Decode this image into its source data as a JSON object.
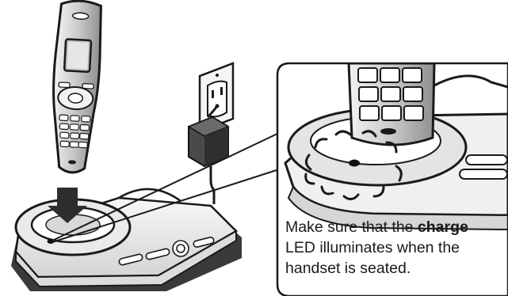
{
  "callout": {
    "line1_prefix": "Make sure that the ",
    "line1_bold": "charge",
    "line2": "LED illuminates when the",
    "line3": "handset is seated."
  },
  "icons": {
    "handset": "cordless-handset-icon",
    "arrow": "down-arrow-icon",
    "base": "charger-base-icon",
    "adapter": "ac-adapter-icon",
    "outlet": "wall-outlet-icon",
    "led": "charge-led-icon"
  }
}
